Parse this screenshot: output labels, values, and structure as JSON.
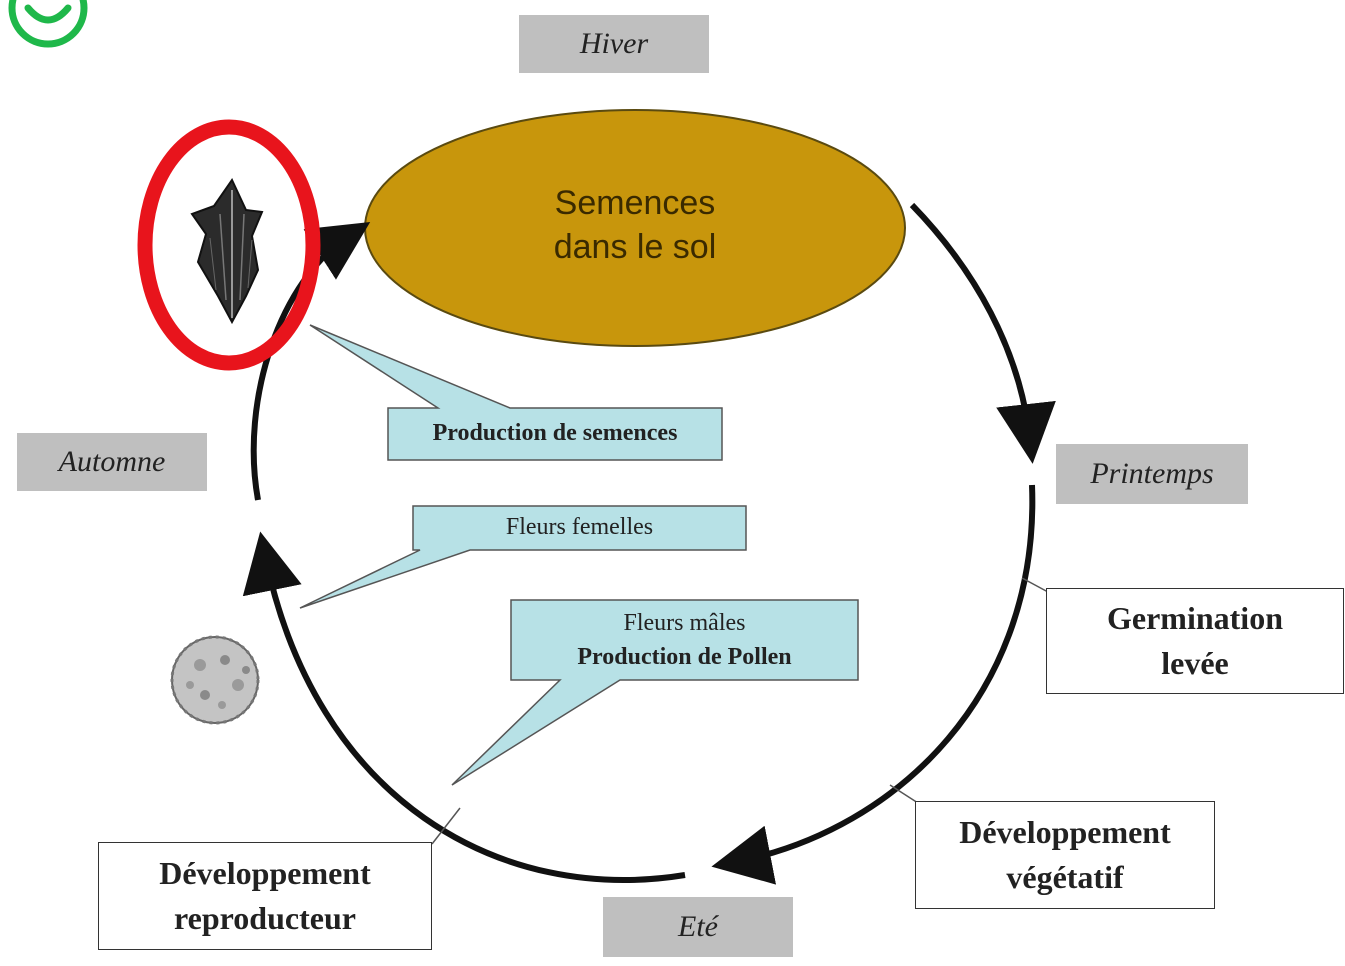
{
  "center": {
    "line1": "Semences",
    "line2": "dans le sol"
  },
  "seasons": {
    "winter": "Hiver",
    "spring": "Printemps",
    "summer": "Eté",
    "autumn": "Automne"
  },
  "stages": {
    "germination": {
      "line1": "Germination",
      "line2": "levée"
    },
    "vegetative": {
      "line1": "Développement",
      "line2": "végétatif"
    },
    "reproductive": {
      "line1": "Développement",
      "line2": "reproducteur"
    }
  },
  "callouts": {
    "seed_production": "Production de semences",
    "female_flowers": "Fleurs femelles",
    "male_flowers": {
      "line1": "Fleurs mâles",
      "line2": "Production de Pollen"
    }
  },
  "colors": {
    "seed_ellipse": "#c8960c",
    "callout_fill": "#b7e1e6",
    "season_fill": "#bfbfbf",
    "highlight_ring": "#e8141c",
    "smiley": "#1fb84a"
  },
  "icons": [
    "smiley-icon",
    "seed-icon",
    "pollen-grain-icon"
  ]
}
